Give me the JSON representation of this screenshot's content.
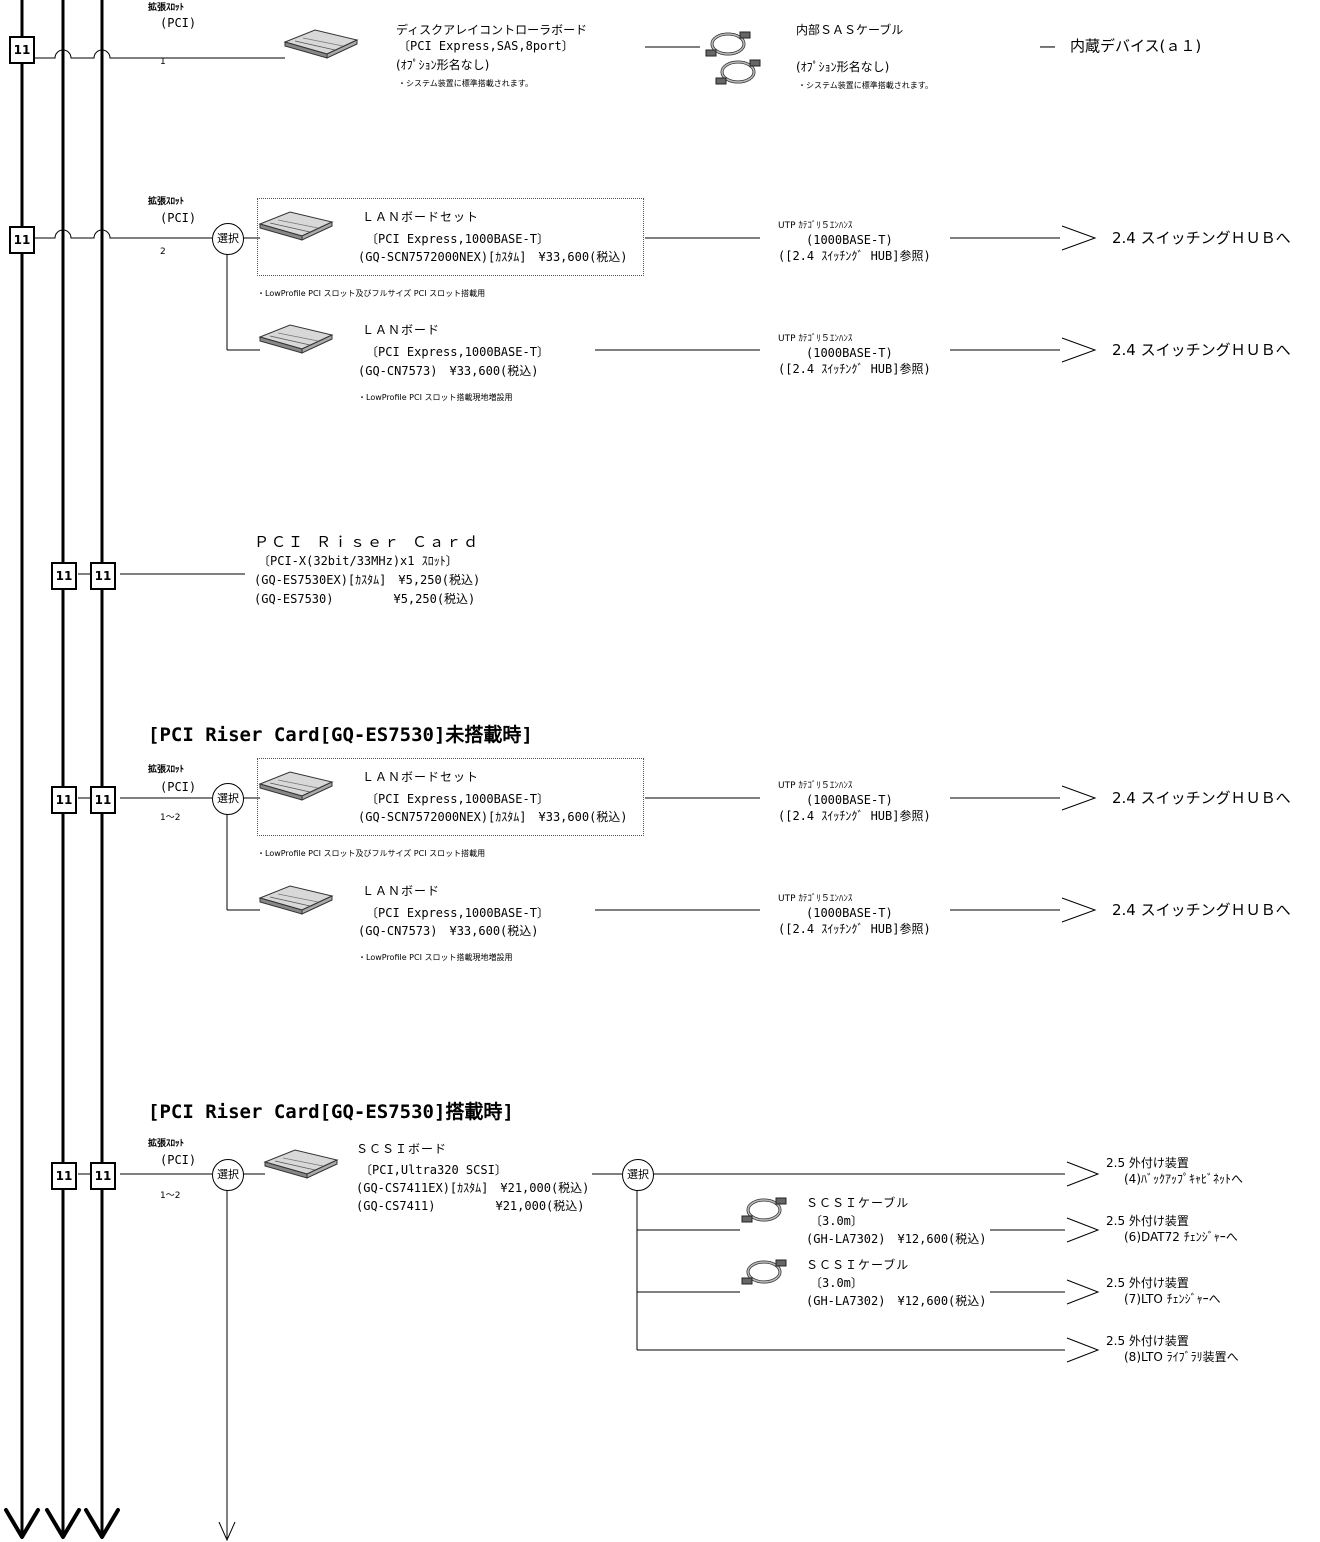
{
  "bus_label": "11",
  "select_label": "選択",
  "slot": {
    "title": "拡張ｽﾛｯﾄ",
    "type": "(PCI)"
  },
  "section1": {
    "slot_number": "1",
    "board": {
      "name": "ディスクアレイコントローラボード",
      "spec": "〔PCI Express,SAS,8port〕",
      "option": "(ｵﾌﾟｼｮﾝ形名なし)",
      "note": "・システム装置に標準搭載されます。"
    },
    "cable": {
      "name": "内部ＳＡＳケーブル",
      "option": "(ｵﾌﾟｼｮﾝ形名なし)",
      "note": "・システム装置に標準搭載されます。"
    },
    "dest": "―　内蔵デバイス(ａ１)"
  },
  "section2": {
    "slot_number": "2",
    "board_set": {
      "name": "ＬＡＮボードセット",
      "spec": "〔PCI Express,1000BASE-T〕",
      "model": "(GQ-SCN7572000NEX)[ｶｽﾀﾑ]　¥33,600(税込)",
      "note": "・LowProfile PCI スロット及びフルサイズ PCI スロット搭載用"
    },
    "board": {
      "name": "ＬＡＮボード",
      "spec": "〔PCI Express,1000BASE-T〕",
      "model": "(GQ-CN7573)　¥33,600(税込)",
      "note": "・LowProfile PCI スロット搭載現地増設用"
    },
    "cable": {
      "l1": "UTP ｶﾃｺﾞﾘ５ｴﾝﾊﾝｽ",
      "l2": "(1000BASE-T)",
      "l3": "([2.4 ｽｲｯﾁﾝｸﾞ HUB]参照)"
    },
    "dest": "2.4 スイッチングＨＵＢへ"
  },
  "riser": {
    "name": "ＰＣＩ Ｒｉｓｅｒ Ｃａｒｄ",
    "spec": "〔PCI-X(32bit/33MHz)x1 ｽﾛｯﾄ〕",
    "model1": "(GQ-ES7530EX)[ｶｽﾀﾑ]　¥5,250(税込)",
    "model2": "(GQ-ES7530)　　　　　¥5,250(税込)"
  },
  "section3": {
    "heading": "[PCI Riser Card[GQ-ES7530]未搭載時]",
    "slot_number": "1～2",
    "board_set": {
      "name": "ＬＡＮボードセット",
      "spec": "〔PCI Express,1000BASE-T〕",
      "model": "(GQ-SCN7572000NEX)[ｶｽﾀﾑ]　¥33,600(税込)",
      "note": "・LowProfile PCI スロット及びフルサイズ PCI スロット搭載用"
    },
    "board": {
      "name": "ＬＡＮボード",
      "spec": "〔PCI Express,1000BASE-T〕",
      "model": "(GQ-CN7573)　¥33,600(税込)",
      "note": "・LowProfile PCI スロット搭載現地増設用"
    },
    "cable": {
      "l1": "UTP ｶﾃｺﾞﾘ５ｴﾝﾊﾝｽ",
      "l2": "(1000BASE-T)",
      "l3": "([2.4 ｽｲｯﾁﾝｸﾞ HUB]参照)"
    },
    "dest": "2.4 スイッチングＨＵＢへ"
  },
  "section4": {
    "heading": "[PCI Riser Card[GQ-ES7530]搭載時]",
    "slot_number": "1～2",
    "scsi_board": {
      "name": "ＳＣＳＩボード",
      "spec": "〔PCI,Ultra320 SCSI〕",
      "model1": "(GQ-CS7411EX)[ｶｽﾀﾑ]　¥21,000(税込)",
      "model2": "(GQ-CS7411)　　　　　¥21,000(税込)"
    },
    "cable": {
      "name": "ＳＣＳＩケーブル",
      "length": "〔3.0m〕",
      "model": "(GH-LA7302)　¥12,600(税込)"
    },
    "dest1": {
      "l1": "2.5 外付け装置",
      "l2": "(4)ﾊﾞｯｸｱｯﾌﾟｷｬﾋﾞﾈｯﾄへ"
    },
    "dest2": {
      "l1": "2.5 外付け装置",
      "l2": "(6)DAT72 ﾁｪﾝｼﾞｬｰへ"
    },
    "dest3": {
      "l1": "2.5 外付け装置",
      "l2": "(7)LTO ﾁｪﾝｼﾞｬｰへ"
    },
    "dest4": {
      "l1": "2.5 外付け装置",
      "l2": "(8)LTO ﾗｲﾌﾞﾗﾘ装置へ"
    }
  }
}
